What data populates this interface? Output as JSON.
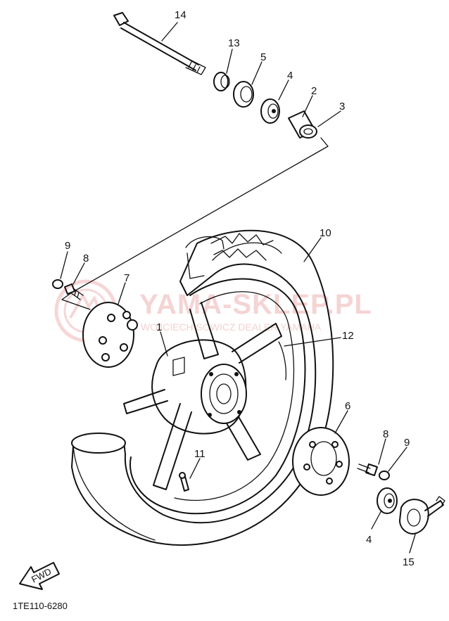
{
  "diagram": {
    "catalog_code": "1TE110-6280",
    "fwd_label": "FWD",
    "callouts": [
      {
        "id": "14",
        "text": "14"
      },
      {
        "id": "13",
        "text": "13"
      },
      {
        "id": "5",
        "text": "5"
      },
      {
        "id": "4a",
        "text": "4"
      },
      {
        "id": "2",
        "text": "2"
      },
      {
        "id": "3",
        "text": "3"
      },
      {
        "id": "10",
        "text": "10"
      },
      {
        "id": "9a",
        "text": "9"
      },
      {
        "id": "8a",
        "text": "8"
      },
      {
        "id": "7",
        "text": "7"
      },
      {
        "id": "1",
        "text": "1"
      },
      {
        "id": "12",
        "text": "12"
      },
      {
        "id": "6",
        "text": "6"
      },
      {
        "id": "8b",
        "text": "8"
      },
      {
        "id": "9b",
        "text": "9"
      },
      {
        "id": "11",
        "text": "11"
      },
      {
        "id": "4b",
        "text": "4"
      },
      {
        "id": "15",
        "text": "15"
      }
    ]
  },
  "watermark": {
    "main": "YAMA-SKLEP.PL",
    "sub": "WOJCIECH SOWICZ DEALER YAMAHA"
  }
}
